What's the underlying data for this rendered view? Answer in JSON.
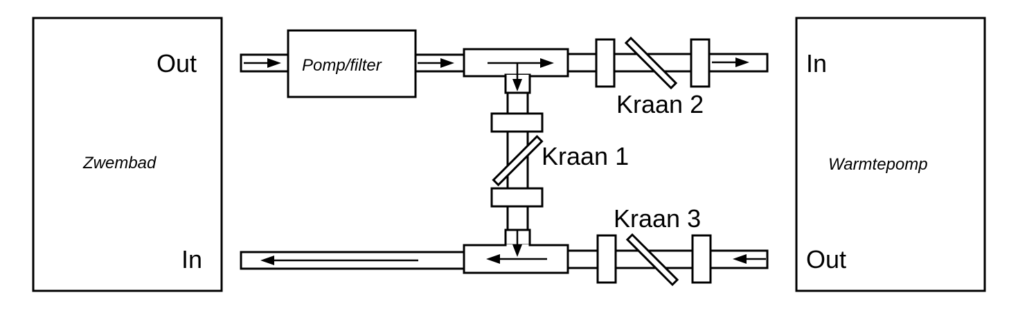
{
  "zwembad": {
    "name": "Zwembad",
    "out_label": "Out",
    "in_label": "In"
  },
  "warmtepomp": {
    "name": "Warmtepomp",
    "in_label": "In",
    "out_label": "Out"
  },
  "pomp_filter": {
    "label": "Pomp/filter"
  },
  "valves": {
    "kraan1": {
      "label": "Kraan 1"
    },
    "kraan2": {
      "label": "Kraan 2"
    },
    "kraan3": {
      "label": "Kraan 3"
    }
  },
  "colors": {
    "stroke": "#000000",
    "background": "#ffffff"
  }
}
